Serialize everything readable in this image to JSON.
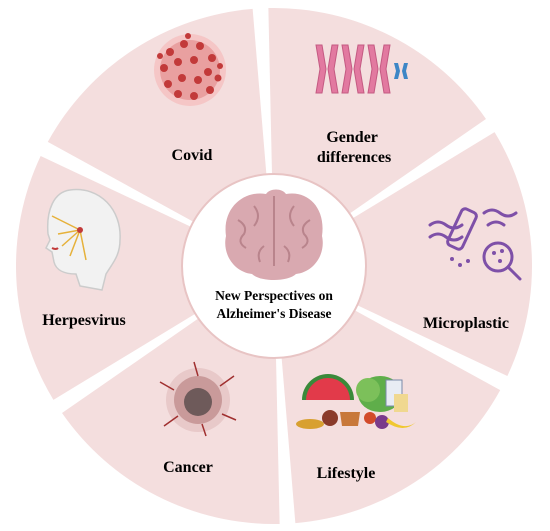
{
  "center": {
    "line1": "New Perspectives on",
    "line2": "Alzheimer's Disease",
    "icon": "brain-icon"
  },
  "segments": [
    {
      "id": "covid",
      "label_lines": [
        "Covid"
      ],
      "icon": "virus-icon"
    },
    {
      "id": "gender",
      "label_lines": [
        "Gender",
        "differences"
      ],
      "icon": "chromosome-icon"
    },
    {
      "id": "microplastic",
      "label_lines": [
        "Microplastic"
      ],
      "icon": "bottle-magnifier-icon"
    },
    {
      "id": "lifestyle",
      "label_lines": [
        "Lifestyle"
      ],
      "icon": "food-icon"
    },
    {
      "id": "cancer",
      "label_lines": [
        "Cancer"
      ],
      "icon": "tumor-icon"
    },
    {
      "id": "herpesvirus",
      "label_lines": [
        "Herpesvirus"
      ],
      "icon": "head-nerves-icon"
    }
  ],
  "colors": {
    "segment_fill": "#f4dede",
    "separator": "#ffffff",
    "center_fill": "#ffffff",
    "center_border": "#e8c4c4",
    "brain": "#d9a9b0",
    "virus": "#c23a3a",
    "chromosome_pink": "#e279a0",
    "chromosome_blue": "#3d86c6",
    "plastic": "#7e50a8",
    "tumor": "#8b4a4a"
  }
}
